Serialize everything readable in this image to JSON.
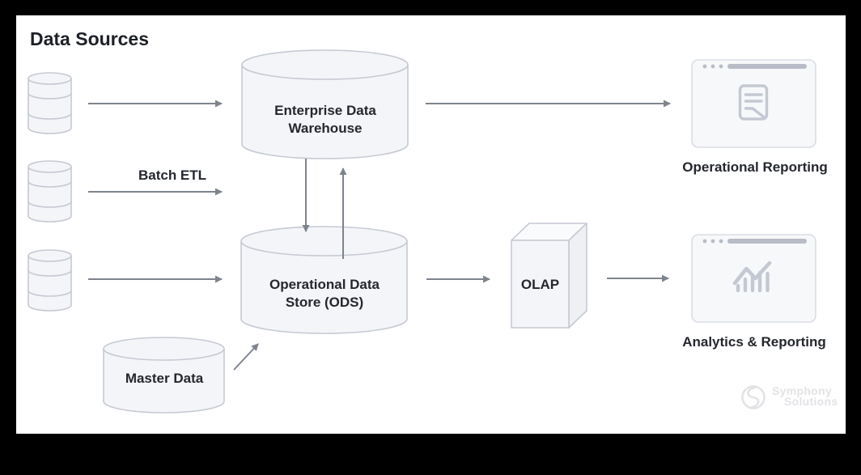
{
  "title": "Data Sources",
  "nodes": {
    "source_databases": {
      "type": "database-group",
      "count": 3
    },
    "edw": {
      "type": "cylinder",
      "label": "Enterprise Data\nWarehouse"
    },
    "ods": {
      "type": "cylinder",
      "label": "Operational Data\nStore (ODS)"
    },
    "master_data": {
      "type": "cylinder",
      "label": "Master Data"
    },
    "olap": {
      "type": "cube",
      "label": "OLAP"
    },
    "operational_reporting": {
      "type": "browser-window",
      "label": "Operational Reporting",
      "icon": "report-document-icon"
    },
    "analytics_reporting": {
      "type": "browser-window",
      "label": "Analytics & Reporting",
      "icon": "bar-line-chart-icon"
    }
  },
  "edges": {
    "source1_to_edw": {
      "from": "source-database-1",
      "to": "edw",
      "label": ""
    },
    "batch_etl": {
      "from": "source-database-2",
      "to": "integration-layer",
      "label": "Batch ETL"
    },
    "source3_to_ods": {
      "from": "source-database-3",
      "to": "ods",
      "label": ""
    },
    "edw_to_ods": {
      "from": "edw",
      "to": "ods",
      "label": ""
    },
    "ods_to_edw": {
      "from": "ods",
      "to": "edw",
      "label": ""
    },
    "master_to_ods": {
      "from": "master_data",
      "to": "ods",
      "label": ""
    },
    "edw_to_operational_reporting": {
      "from": "edw",
      "to": "operational_reporting",
      "label": ""
    },
    "ods_to_olap": {
      "from": "ods",
      "to": "olap",
      "label": ""
    },
    "olap_to_analytics": {
      "from": "olap",
      "to": "analytics_reporting",
      "label": ""
    }
  },
  "branding": {
    "logo_icon": "symphony-swirl-icon",
    "logo_line1": "Symphony",
    "logo_line2": "Solutions"
  },
  "colors": {
    "frame": "#000000",
    "canvas": "#ffffff",
    "node_fill": "#f4f5f8",
    "node_stroke": "#c6cad3",
    "arrow": "#7e848d",
    "text": "#24272d",
    "window_fill": "#f7f8fa",
    "window_stroke": "#dadde3",
    "window_chrome": "#b8bcc6",
    "icon": "#c4c8d2",
    "watermark": "#e2e3e6"
  }
}
